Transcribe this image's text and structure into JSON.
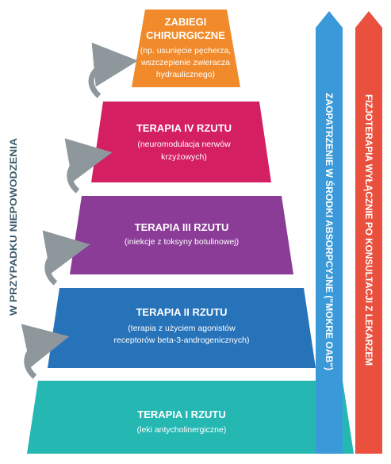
{
  "colors": {
    "tier1": "#25b7b2",
    "tier2": "#2773b9",
    "tier3": "#8a3c97",
    "tier4": "#d41f63",
    "tier5": "#f08a2a",
    "blue_bar": "#3a9ad9",
    "red_bar": "#e9513e",
    "arrow": "#8d979c",
    "side_label": "#3c5a6b"
  },
  "pyramid": {
    "tier5": {
      "title_lines": [
        "ZABIEGI",
        "CHIRURGICZNE"
      ],
      "desc_lines": [
        "(np. usunięcie pęcherza,",
        "wszczepienie zwieracza",
        "hydraulicznego)"
      ]
    },
    "tier4": {
      "title": "TERAPIA IV RZUTU",
      "desc_lines": [
        "(neuromodulacja nerwów",
        "krzyżowych)"
      ]
    },
    "tier3": {
      "title": "TERAPIA III RZUTU",
      "desc_lines": [
        "(iniekcje z toksyny botulinowej)"
      ]
    },
    "tier2": {
      "title": "TERAPIA II RZUTU",
      "desc_lines": [
        "(terapia z użyciem agonistów",
        "receptorów beta-3-androgenicznych)"
      ]
    },
    "tier1": {
      "title": "TERAPIA I RZUTU",
      "desc_lines": [
        "(leki antycholinergiczne)"
      ]
    }
  },
  "side_label": "W PRZYPADKU NIEPOWODZENIA",
  "blue_bar_label": "ZAOPATRZENIE W ŚRODKI ABSORPCYJNE (\"MOKRE OAB\")",
  "red_bar_label": "FIZJOTERAPIA WYŁĄCZNIE PO KONSULTACJI Z LEKARZEM",
  "icons": {
    "escalation_arrow": "curved-arrow-icon"
  }
}
